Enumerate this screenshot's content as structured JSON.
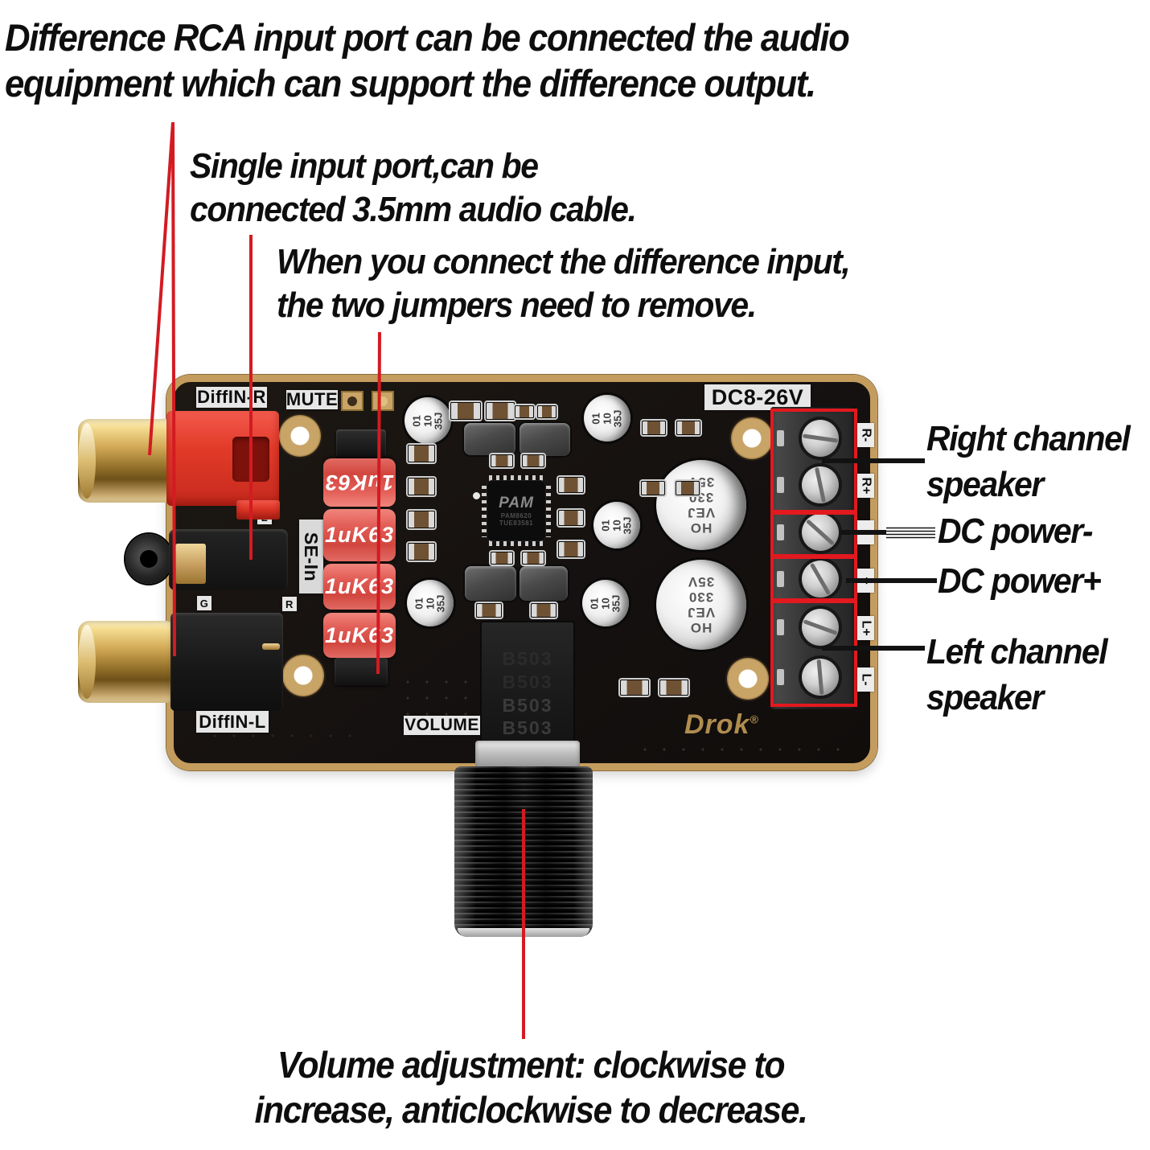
{
  "annotations": {
    "rca_input": "Difference RCA input port can be connected the audio\nequipment which can support the difference output.",
    "single_input": "Single input port,can be\nconnected 3.5mm audio cable.",
    "jumper_note": "When you connect the difference input,\nthe two jumpers need to remove.",
    "right_channel": "Right channel\nspeaker",
    "dc_power_minus": "DC power-",
    "dc_power_plus": "DC power+",
    "left_channel": "Left channel\nspeaker",
    "volume_note": "Volume adjustment: clockwise to\nincrease, anticlockwise to decrease."
  },
  "board": {
    "silkscreen": {
      "diffin_r": "DiffIN-R",
      "mute": "MUTE",
      "dc_range": "DC8-26V",
      "se_in": "SE-In",
      "left_ch_mark": "L",
      "ground_mark": "G",
      "right_ch_mark": "R",
      "diffin_l": "DiffIN-L",
      "volume": "VOLUME",
      "brand": "Drok",
      "brand_reg": "®"
    },
    "terminal_labels": [
      "R-",
      "R+",
      "-",
      "+",
      "L+",
      "L-"
    ],
    "components": {
      "film_cap_marking": "1uK63",
      "small_cap_marking": [
        "01",
        "10",
        "35J"
      ],
      "big_cap_marking": [
        "HO",
        "VEJ",
        "330",
        "35V"
      ],
      "chip_logo": "PAM",
      "chip_line1": "PAM8620",
      "chip_line2": "TUE83581",
      "pot_marking": "B503"
    }
  },
  "colors": {
    "leader_red": "#d31b22",
    "board_gold": "#c49c5e",
    "rca_red": "#e23a2c",
    "film_cap_red": "#e2554e",
    "annotation_text": "#0e0e0e"
  }
}
